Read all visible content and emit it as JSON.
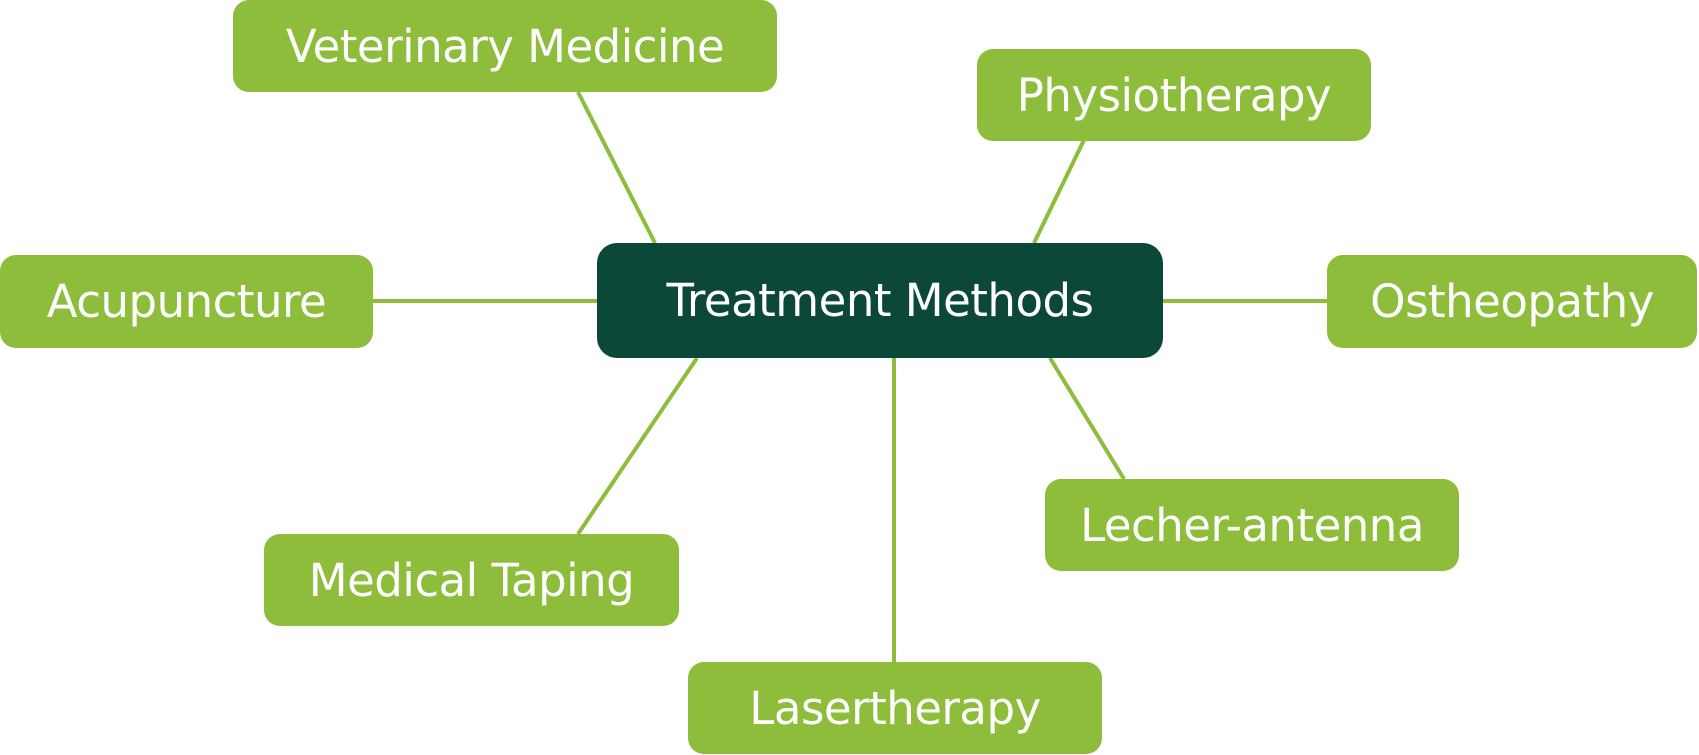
{
  "diagram": {
    "center": {
      "label": "Treatment Methods"
    },
    "nodes": [
      {
        "id": "veterinary-medicine",
        "label": "Veterinary Medicine"
      },
      {
        "id": "physiotherapy",
        "label": "Physiotherapy"
      },
      {
        "id": "acupuncture",
        "label": "Acupuncture"
      },
      {
        "id": "ostheopathy",
        "label": "Ostheopathy"
      },
      {
        "id": "lecher-antenna",
        "label": "Lecher-antenna"
      },
      {
        "id": "medical-taping",
        "label": "Medical Taping"
      },
      {
        "id": "lasertherapy",
        "label": "Lasertherapy"
      }
    ],
    "colors": {
      "center_fill": "#0b4839",
      "node_fill": "#8dbd3a",
      "connector": "#8dbd3a",
      "text": "#ffffff"
    }
  }
}
